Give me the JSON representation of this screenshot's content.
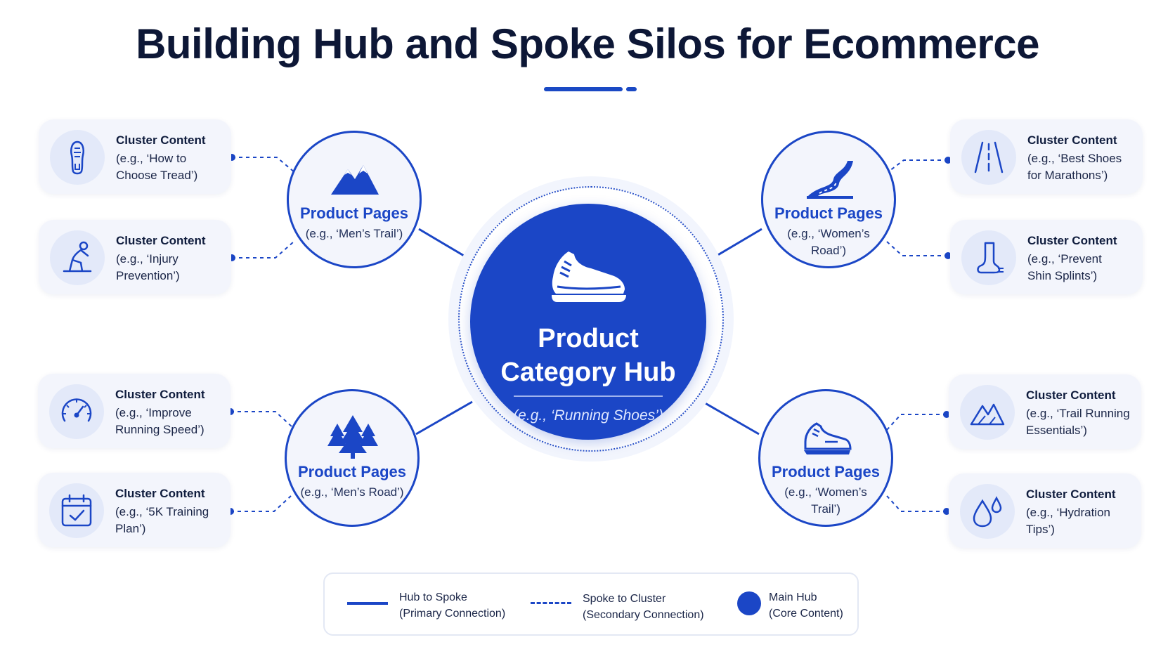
{
  "header": {
    "title": "Building Hub and Spoke Silos for Ecommerce"
  },
  "hub": {
    "title_line1": "Product",
    "title_line2": "Category Hub",
    "example": "(e.g., ‘Running Shoes’)",
    "icon": "running-shoe-icon"
  },
  "spokes": [
    {
      "title": "Product Pages",
      "example_line1": "(e.g., ‘Men’s Trail’)",
      "example_line2": "",
      "icon": "mountain-icon"
    },
    {
      "title": "Product Pages",
      "example_line1": "(e.g., ‘Women’s",
      "example_line2": "Road’)",
      "icon": "road-icon"
    },
    {
      "title": "Product Pages",
      "example_line1": "(e.g., ‘Men’s Road’)",
      "example_line2": "",
      "icon": "pine-trees-icon"
    },
    {
      "title": "Product Pages",
      "example_line1": "(e.g., ‘Women’s",
      "example_line2": "Trail’)",
      "icon": "sneaker-icon"
    }
  ],
  "clusters": [
    {
      "title": "Cluster Content",
      "line1": "(e.g., ‘How to",
      "line2": "Choose Tread’)",
      "icon": "shoe-sole-icon"
    },
    {
      "title": "Cluster Content",
      "line1": "(e.g., ‘Injury",
      "line2": "Prevention’)",
      "icon": "stretching-person-icon"
    },
    {
      "title": "Cluster Content",
      "line1": "(e.g., ‘Best Shoes",
      "line2": "for Marathons’)",
      "icon": "road-lanes-icon"
    },
    {
      "title": "Cluster Content",
      "line1": "(e.g., ‘Prevent",
      "line2": "Shin Splints’)",
      "icon": "foot-icon"
    },
    {
      "title": "Cluster Content",
      "line1": "(e.g., ‘Improve",
      "line2": "Running Speed’)",
      "icon": "speedometer-icon"
    },
    {
      "title": "Cluster Content",
      "line1": "(e.g., ‘5K Training",
      "line2": "Plan’)",
      "icon": "calendar-check-icon"
    },
    {
      "title": "Cluster Content",
      "line1": "(e.g., ‘Trail Running",
      "line2": "Essentials’)",
      "icon": "mountains-outline-icon"
    },
    {
      "title": "Cluster Content",
      "line1": "(e.g., ‘Hydration",
      "line2": "Tips’)",
      "icon": "water-drops-icon"
    }
  ],
  "legend": {
    "solid_line1": "Hub to Spoke",
    "solid_line2": "(Primary Connection)",
    "dashed_line1": "Spoke to Cluster",
    "dashed_line2": "(Secondary Connection)",
    "dot_line1": "Main Hub",
    "dot_line2": "(Core Content)"
  },
  "colors": {
    "brand": "#1b46c6",
    "title": "#0d1736",
    "card_background": "#f3f5fc"
  }
}
